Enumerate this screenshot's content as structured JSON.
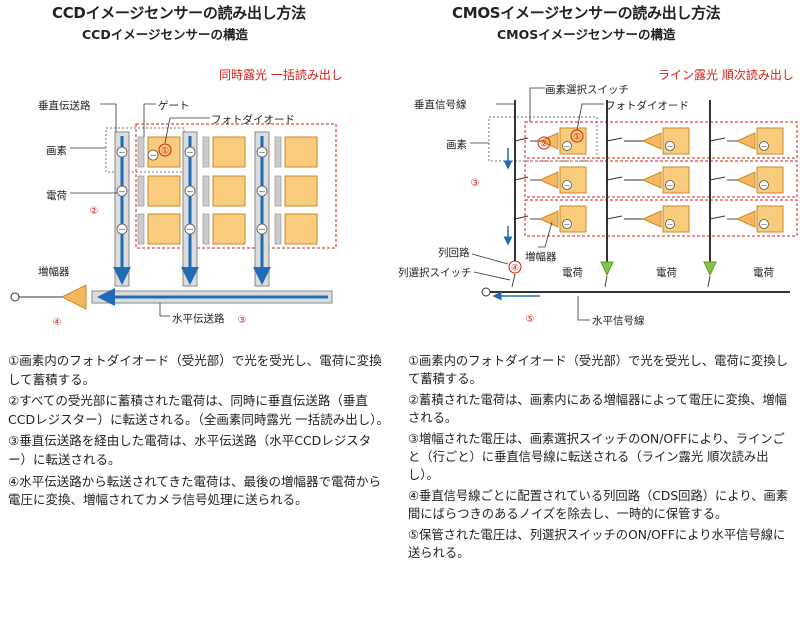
{
  "ccd": {
    "title": "CCDイメージセンサーの読み出し方法",
    "subtitle": "CCDイメージセンサーの構造",
    "mode_label": "同時露光 一括読み出し",
    "labels": {
      "vertical_transfer": "垂直伝送路",
      "gate": "ゲート",
      "photodiode": "フォトダイオード",
      "pixel": "画素",
      "charge": "電荷",
      "amplifier": "増幅器",
      "horizontal_transfer": "水平伝送路"
    },
    "steps": [
      {
        "num": "①",
        "text": "画素内のフォトダイオード（受光部）で光を受光し、電荷に変換して蓄積する。"
      },
      {
        "num": "②",
        "text": "すべての受光部に蓄積された電荷は、同時に垂直伝送路（垂直CCDレジスター）に転送される。（全画素同時露光 一括読み出し）。"
      },
      {
        "num": "③",
        "text": "垂直伝送路を経由した電荷は、水平伝送路（水平CCDレジスター）に転送される。"
      },
      {
        "num": "④",
        "text": "水平伝送路から転送されてきた電荷は、最後の増幅器で電荷から電圧に変換、増幅されてカメラ信号処理に送られる。"
      }
    ]
  },
  "cmos": {
    "title": "CMOSイメージセンサーの読み出し方法",
    "subtitle": "CMOSイメージセンサーの構造",
    "mode_label": "ライン露光 順次読み出し",
    "labels": {
      "vertical_signal_line": "垂直信号線",
      "pixel_select_switch": "画素選択スイッチ",
      "photodiode": "フォトダイオード",
      "pixel": "画素",
      "column_circuit": "列回路",
      "column_select_switch": "列選択スイッチ",
      "amplifier": "増幅器",
      "charge": "電荷",
      "horizontal_signal_line": "水平信号線"
    },
    "steps": [
      {
        "num": "①",
        "text": "画素内のフォトダイオード（受光部）で光を受光し、電荷に変換して蓄積する。"
      },
      {
        "num": "②",
        "text": "蓄積された電荷は、画素内にある増幅器によって電圧に変換、増幅される。"
      },
      {
        "num": "③",
        "text": "増幅された電圧は、画素選択スイッチのON/OFFにより、ラインごと（行ごと）に垂直信号線に転送される（ライン露光 順次読み出し）。"
      },
      {
        "num": "④",
        "text": "垂直信号線ごとに配置されている列回路（CDS回路）により、画素間にばらつきのあるノイズを除去し、一時的に保管する。"
      },
      {
        "num": "⑤",
        "text": "保管された電圧は、列選択スイッチのON/OFFにより水平信号線に送られる。"
      }
    ]
  },
  "markers": {
    "m1": "①",
    "m2": "②",
    "m3": "③",
    "m4": "④",
    "m5": "⑤",
    "minus": "－"
  },
  "colors": {
    "pixel_fill": "#f8cc7c",
    "pixel_stroke": "#c98a2a",
    "transfer_blue": "#1f6cb5",
    "red": "#d0221b",
    "green": "#84c443"
  }
}
